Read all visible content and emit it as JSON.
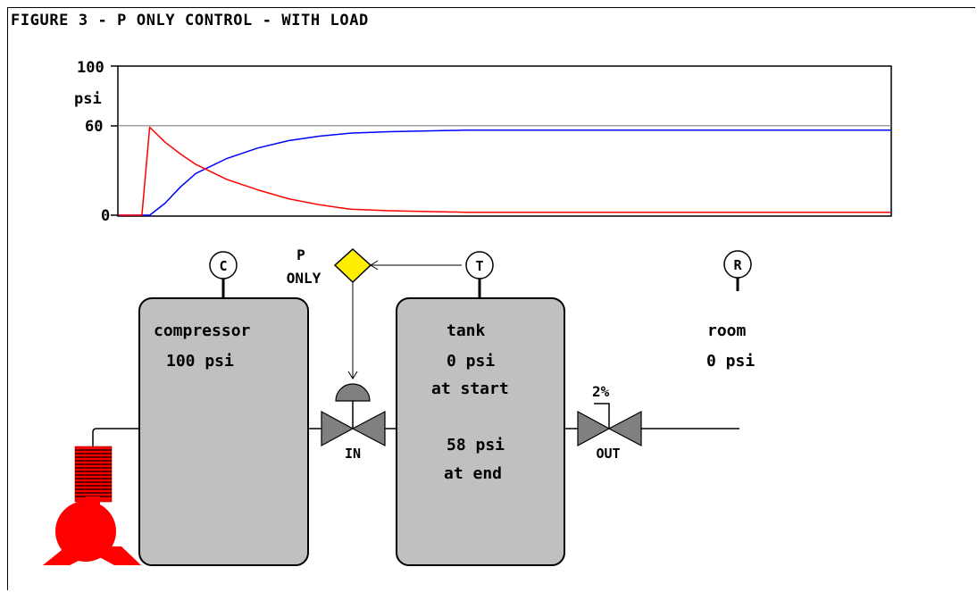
{
  "figure_title": "FIGURE 3 - P ONLY CONTROL - WITH LOAD",
  "chart_data": {
    "type": "line",
    "y_axis_labels": {
      "top": "100",
      "unit": "psi",
      "setpoint": "60",
      "bottom": "0"
    },
    "ylim": [
      0,
      100
    ],
    "setpoint_value": 60,
    "grid": false,
    "series": [
      {
        "color": "#0000ff",
        "x": [
          0,
          4,
          6,
          8,
          10,
          14,
          18,
          22,
          26,
          30,
          35,
          45,
          60,
          80,
          100
        ],
        "values": [
          0,
          0,
          8,
          19,
          28,
          38,
          45,
          50,
          53,
          55,
          56,
          57,
          57,
          57,
          57
        ]
      },
      {
        "color": "#ff0000",
        "x": [
          0,
          3,
          3,
          4,
          6,
          8,
          10,
          14,
          18,
          22,
          26,
          30,
          35,
          45,
          60,
          80,
          100
        ],
        "values": [
          0,
          0,
          0,
          59,
          49,
          41,
          34,
          24,
          17,
          11,
          7,
          4,
          3,
          2,
          2,
          2,
          2
        ]
      }
    ]
  },
  "gauges": {
    "compressor": "C",
    "tank": "T",
    "room": "R"
  },
  "controller": {
    "line1": "P",
    "line2": "ONLY",
    "color": "#ffee00"
  },
  "compressor": {
    "name": "compressor",
    "pressure": "100 psi",
    "color": "#ff0000"
  },
  "tank": {
    "name": "tank",
    "start_value": "0 psi",
    "start_note": "at start",
    "end_value": "58 psi",
    "end_note": "at end"
  },
  "room": {
    "name": "room",
    "pressure": "0 psi"
  },
  "valves": {
    "in_label": "IN",
    "out_label": "OUT",
    "out_opening": "2%"
  },
  "colors": {
    "vessel_fill": "#c0c0c0",
    "setpoint_line": "#808080"
  }
}
